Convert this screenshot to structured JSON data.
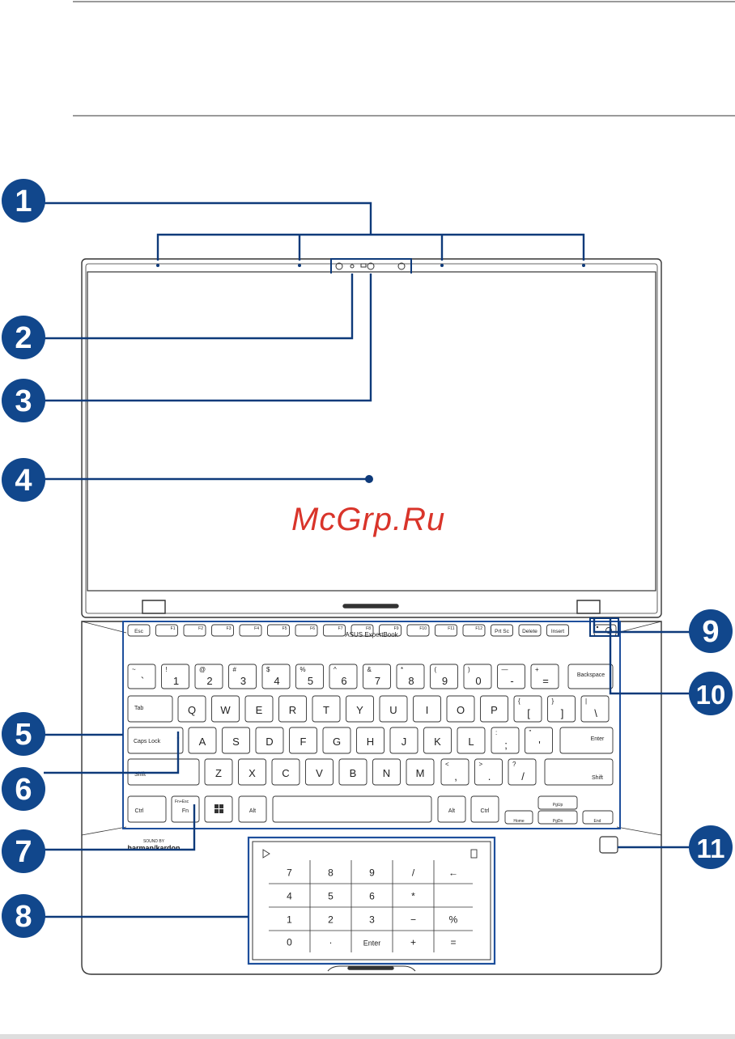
{
  "callouts": [
    {
      "number": "1",
      "part": "microphones"
    },
    {
      "number": "2",
      "part": "camera-indicator"
    },
    {
      "number": "3",
      "part": "camera"
    },
    {
      "number": "4",
      "part": "display-panel"
    },
    {
      "number": "5",
      "part": "keyboard"
    },
    {
      "number": "6",
      "part": "caps-lock-indicator"
    },
    {
      "number": "7",
      "part": "function-key-lock-indicator"
    },
    {
      "number": "8",
      "part": "touchpad-numberpad"
    },
    {
      "number": "9",
      "part": "power-indicator"
    },
    {
      "number": "10",
      "part": "power-button"
    },
    {
      "number": "11",
      "part": "fingerprint-sensor"
    }
  ],
  "brand": "ASUS ExpertBook",
  "audio_logo": {
    "top": "SOUND BY",
    "bottom": "harman/kardon"
  },
  "watermark": "McGrp.Ru",
  "keyboard": {
    "fn_row": [
      "Esc",
      "F1",
      "F2",
      "F3",
      "F4",
      "F5",
      "F6",
      "F7",
      "F8",
      "F9",
      "F10",
      "F11",
      "F12",
      "Prt Sc",
      "Delete",
      "Insert"
    ],
    "num_row": [
      {
        "top": "~",
        "main": "`"
      },
      {
        "top": "!",
        "main": "1"
      },
      {
        "top": "@",
        "main": "2"
      },
      {
        "top": "#",
        "main": "3"
      },
      {
        "top": "$",
        "main": "4"
      },
      {
        "top": "%",
        "main": "5"
      },
      {
        "top": "^",
        "main": "6"
      },
      {
        "top": "&",
        "main": "7"
      },
      {
        "top": "*",
        "main": "8"
      },
      {
        "top": "(",
        "main": "9"
      },
      {
        "top": ")",
        "main": "0"
      },
      {
        "top": "—",
        "main": "-"
      },
      {
        "top": "+",
        "main": "="
      }
    ],
    "backspace": "Backspace",
    "tab": "Tab",
    "row_q": [
      "Q",
      "W",
      "E",
      "R",
      "T",
      "Y",
      "U",
      "I",
      "O",
      "P"
    ],
    "row_q_extra": [
      {
        "top": "{",
        "main": "["
      },
      {
        "top": "}",
        "main": "]"
      },
      {
        "top": "|",
        "main": "\\"
      }
    ],
    "caps": "Caps Lock",
    "row_a": [
      "A",
      "S",
      "D",
      "F",
      "G",
      "H",
      "J",
      "K",
      "L"
    ],
    "row_a_extra": [
      {
        "top": ":",
        "main": ";"
      },
      {
        "top": "\"",
        "main": "'"
      }
    ],
    "enter": "Enter",
    "shift": "Shift",
    "row_z": [
      "Z",
      "X",
      "C",
      "V",
      "B",
      "N",
      "M"
    ],
    "row_z_extra": [
      {
        "top": "<",
        "main": ","
      },
      {
        "top": ">",
        "main": "."
      },
      {
        "top": "?",
        "main": "/"
      }
    ],
    "ctrl": "Ctrl",
    "fn_top": "Fn+Esc",
    "fn": "Fn",
    "alt": "Alt",
    "home": "Home",
    "pgup": "PgUp",
    "pgdn": "PgDn",
    "end": "End"
  },
  "numpad": [
    [
      "7",
      "8",
      "9",
      "/",
      "←"
    ],
    [
      "4",
      "5",
      "6",
      "*",
      ""
    ],
    [
      "1",
      "2",
      "3",
      "−",
      "%"
    ],
    [
      "0",
      "·",
      "Enter",
      "+",
      "="
    ]
  ]
}
